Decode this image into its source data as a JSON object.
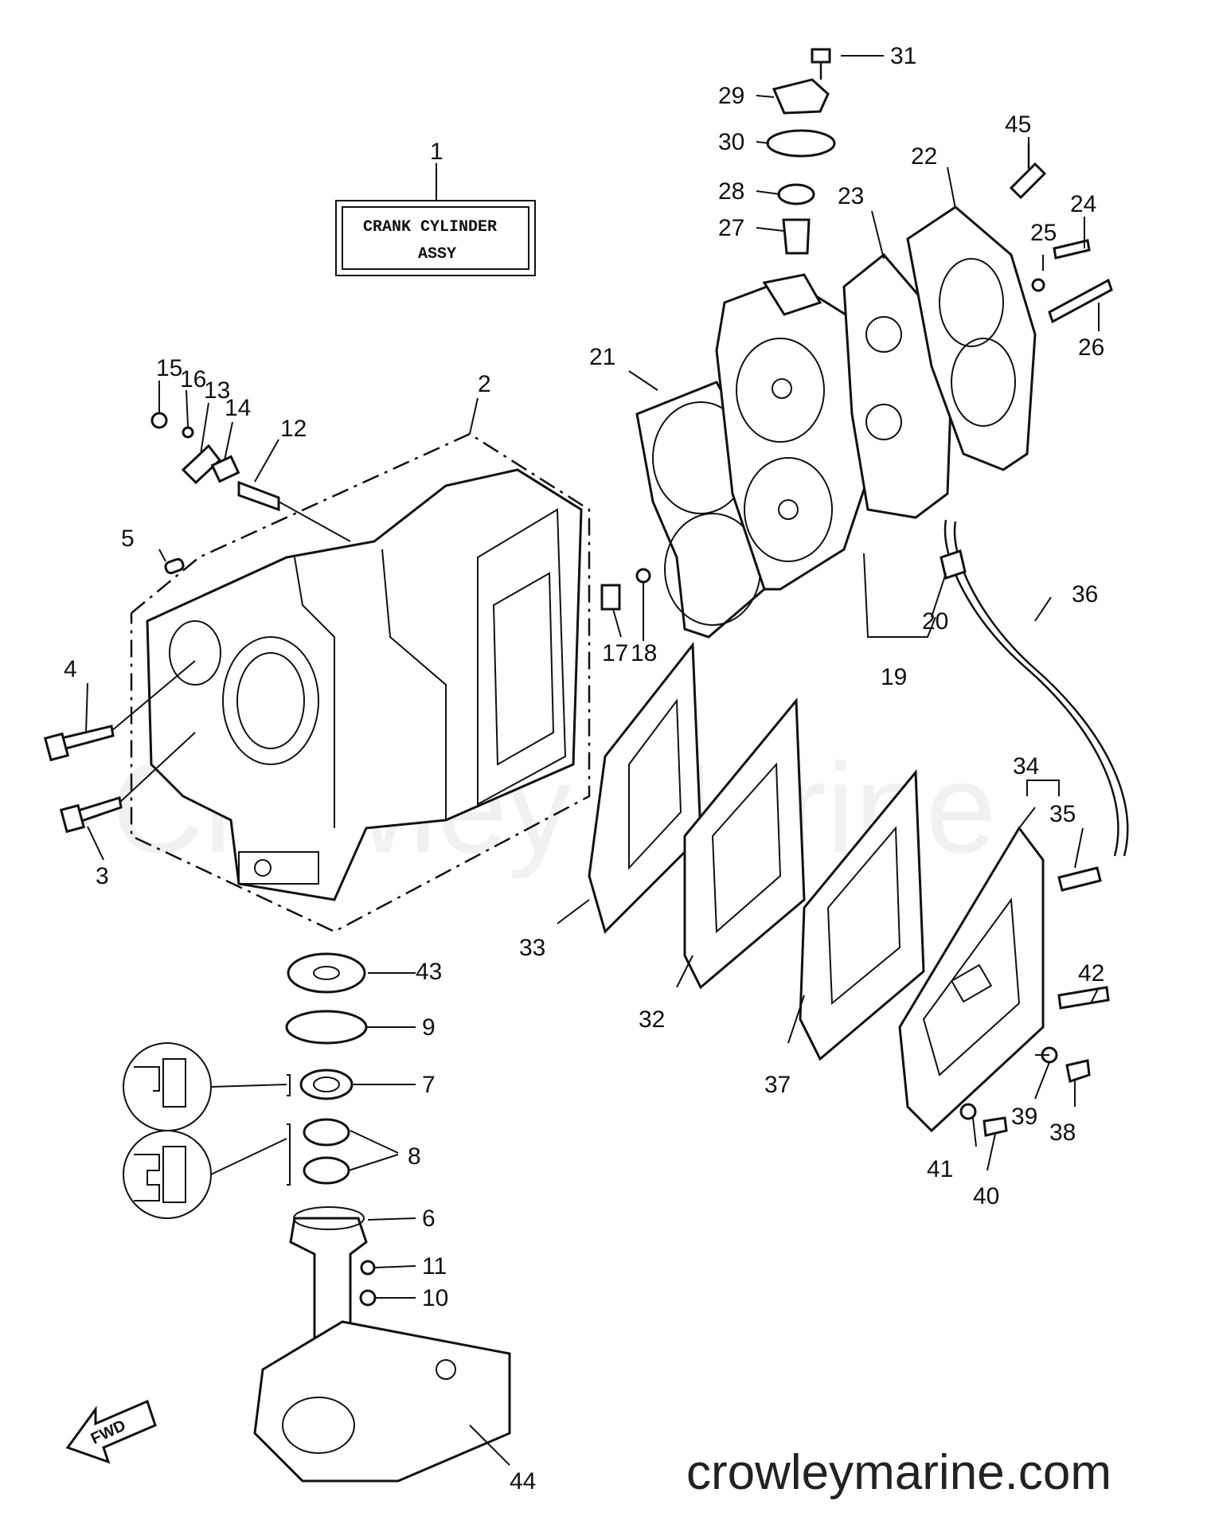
{
  "title_box": {
    "line1": "CRANK CYLINDER",
    "line2": "ASSY"
  },
  "watermark": "Crowley Marine",
  "site": "crowleymarine.com",
  "fwd_label": "FWD",
  "callouts": {
    "c1": "1",
    "c2": "2",
    "c3": "3",
    "c4": "4",
    "c5": "5",
    "c6": "6",
    "c7": "7",
    "c8": "8",
    "c9": "9",
    "c10": "10",
    "c11": "11",
    "c12": "12",
    "c13": "13",
    "c14": "14",
    "c15": "15",
    "c16": "16",
    "c17": "17",
    "c18": "18",
    "c19": "19",
    "c20": "20",
    "c21": "21",
    "c22": "22",
    "c23": "23",
    "c24": "24",
    "c25": "25",
    "c26": "26",
    "c27": "27",
    "c28": "28",
    "c29": "29",
    "c30": "30",
    "c31": "31",
    "c32": "32",
    "c33": "33",
    "c34": "34",
    "c35": "35",
    "c36": "36",
    "c37": "37",
    "c38": "38",
    "c39": "39",
    "c40": "40",
    "c41": "41",
    "c42": "42",
    "c43": "43",
    "c44": "44",
    "c45": "45"
  }
}
